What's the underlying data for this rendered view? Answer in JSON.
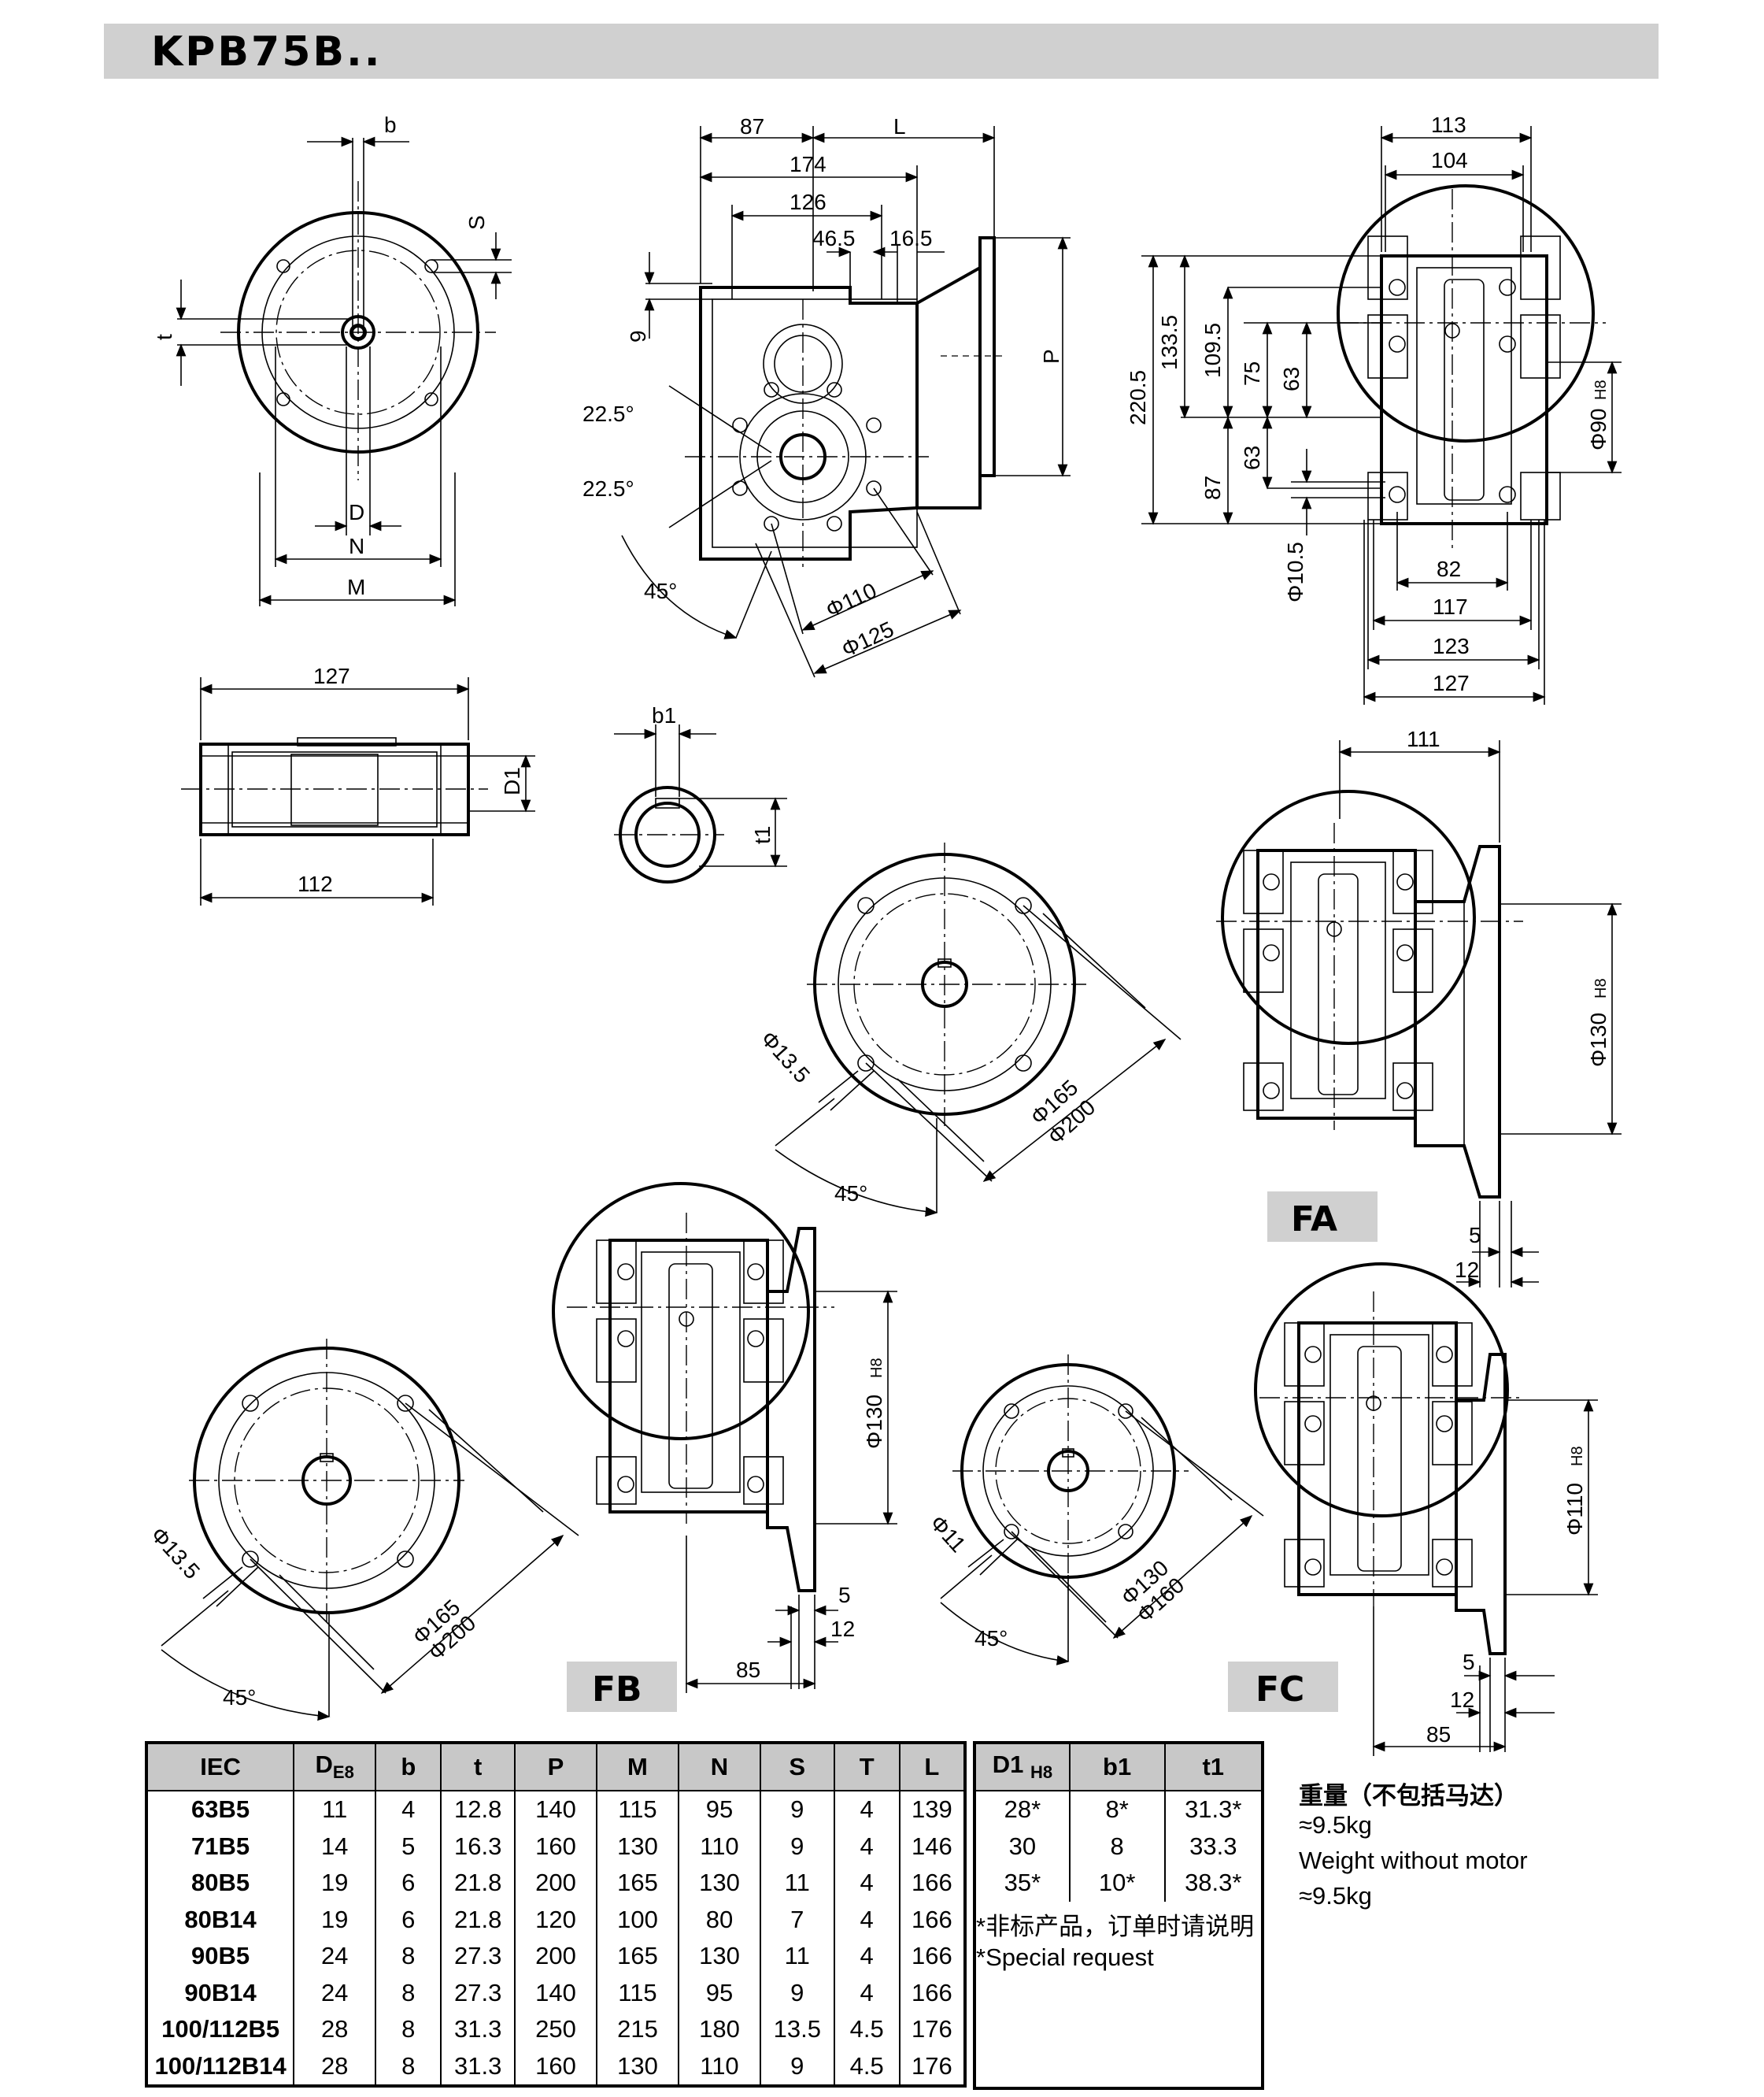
{
  "title": "KPB75B..",
  "views": {
    "end_view": {
      "b": "b",
      "s": "S",
      "t": "t",
      "d": "D",
      "n": "N",
      "m": "M"
    },
    "side_view": {
      "d87": "87",
      "l": "L",
      "d174": "174",
      "d126": "126",
      "d46_5": "46.5",
      "d16_5": "16.5",
      "d9": "9",
      "p": "P",
      "a22_5a": "22.5°",
      "a22_5b": "22.5°",
      "a45": "45°",
      "phi110": "Φ110",
      "phi125": "Φ125"
    },
    "front_view": {
      "d113": "113",
      "d104": "104",
      "d220_5": "220.5",
      "d133_5": "133.5",
      "d109_5": "109.5",
      "d75": "75",
      "d63a": "63",
      "d63b": "63",
      "d87": "87",
      "phi10_5": "Φ10.5",
      "phi90": "Φ90",
      "h8": "H8",
      "d82": "82",
      "d117": "117",
      "d123": "123",
      "d127": "127"
    },
    "shaft": {
      "d127": "127",
      "d112": "112",
      "d1": "D1"
    },
    "key": {
      "b1": "b1",
      "t1": "t1"
    },
    "fa": {
      "label": "FA",
      "phi13_5": "Φ13.5",
      "phi165": "Φ165",
      "phi200": "Φ200",
      "a45": "45°",
      "d111": "111",
      "phi130": "Φ130",
      "h8": "H8",
      "d5": "5",
      "d12": "12"
    },
    "fb": {
      "label": "FB",
      "phi13_5": "Φ13.5",
      "phi165": "Φ165",
      "phi200": "Φ200",
      "a45": "45°",
      "phi130": "Φ130",
      "h8": "H8",
      "d5": "5",
      "d12": "12",
      "d85": "85"
    },
    "fc": {
      "label": "FC",
      "phi11": "Φ11",
      "phi130": "Φ130",
      "phi160": "Φ160",
      "a45": "45°",
      "phi110": "Φ110",
      "h8": "H8",
      "d5": "5",
      "d12": "12",
      "d85": "85"
    }
  },
  "main_table": {
    "headers": [
      "IEC",
      "D",
      "b",
      "t",
      "P",
      "M",
      "N",
      "S",
      "T",
      "L"
    ],
    "d_sub": "E8",
    "rows": [
      [
        "63B5",
        "11",
        "4",
        "12.8",
        "140",
        "115",
        "95",
        "9",
        "4",
        "139"
      ],
      [
        "71B5",
        "14",
        "5",
        "16.3",
        "160",
        "130",
        "110",
        "9",
        "4",
        "146"
      ],
      [
        "80B5",
        "19",
        "6",
        "21.8",
        "200",
        "165",
        "130",
        "11",
        "4",
        "166"
      ],
      [
        "80B14",
        "19",
        "6",
        "21.8",
        "120",
        "100",
        "80",
        "7",
        "4",
        "166"
      ],
      [
        "90B5",
        "24",
        "8",
        "27.3",
        "200",
        "165",
        "130",
        "11",
        "4",
        "166"
      ],
      [
        "90B14",
        "24",
        "8",
        "27.3",
        "140",
        "115",
        "95",
        "9",
        "4",
        "166"
      ],
      [
        "100/112B5",
        "28",
        "8",
        "31.3",
        "250",
        "215",
        "180",
        "13.5",
        "4.5",
        "176"
      ],
      [
        "100/112B14",
        "28",
        "8",
        "31.3",
        "160",
        "130",
        "110",
        "9",
        "4.5",
        "176"
      ]
    ]
  },
  "bore_table": {
    "headers": [
      "D1",
      "b1",
      "t1"
    ],
    "d1_sub": "H8",
    "rows": [
      [
        "28*",
        "8*",
        "31.3*"
      ],
      [
        "30",
        "8",
        "33.3"
      ],
      [
        "35*",
        "10*",
        "38.3*"
      ]
    ],
    "note_cn": "*非标产品，订单时请说明",
    "note_en": "*Special request"
  },
  "weight": {
    "cn": "重量（不包括马达）",
    "cn_val": "≈9.5kg",
    "en": "Weight without motor",
    "en_val": "≈9.5kg"
  }
}
